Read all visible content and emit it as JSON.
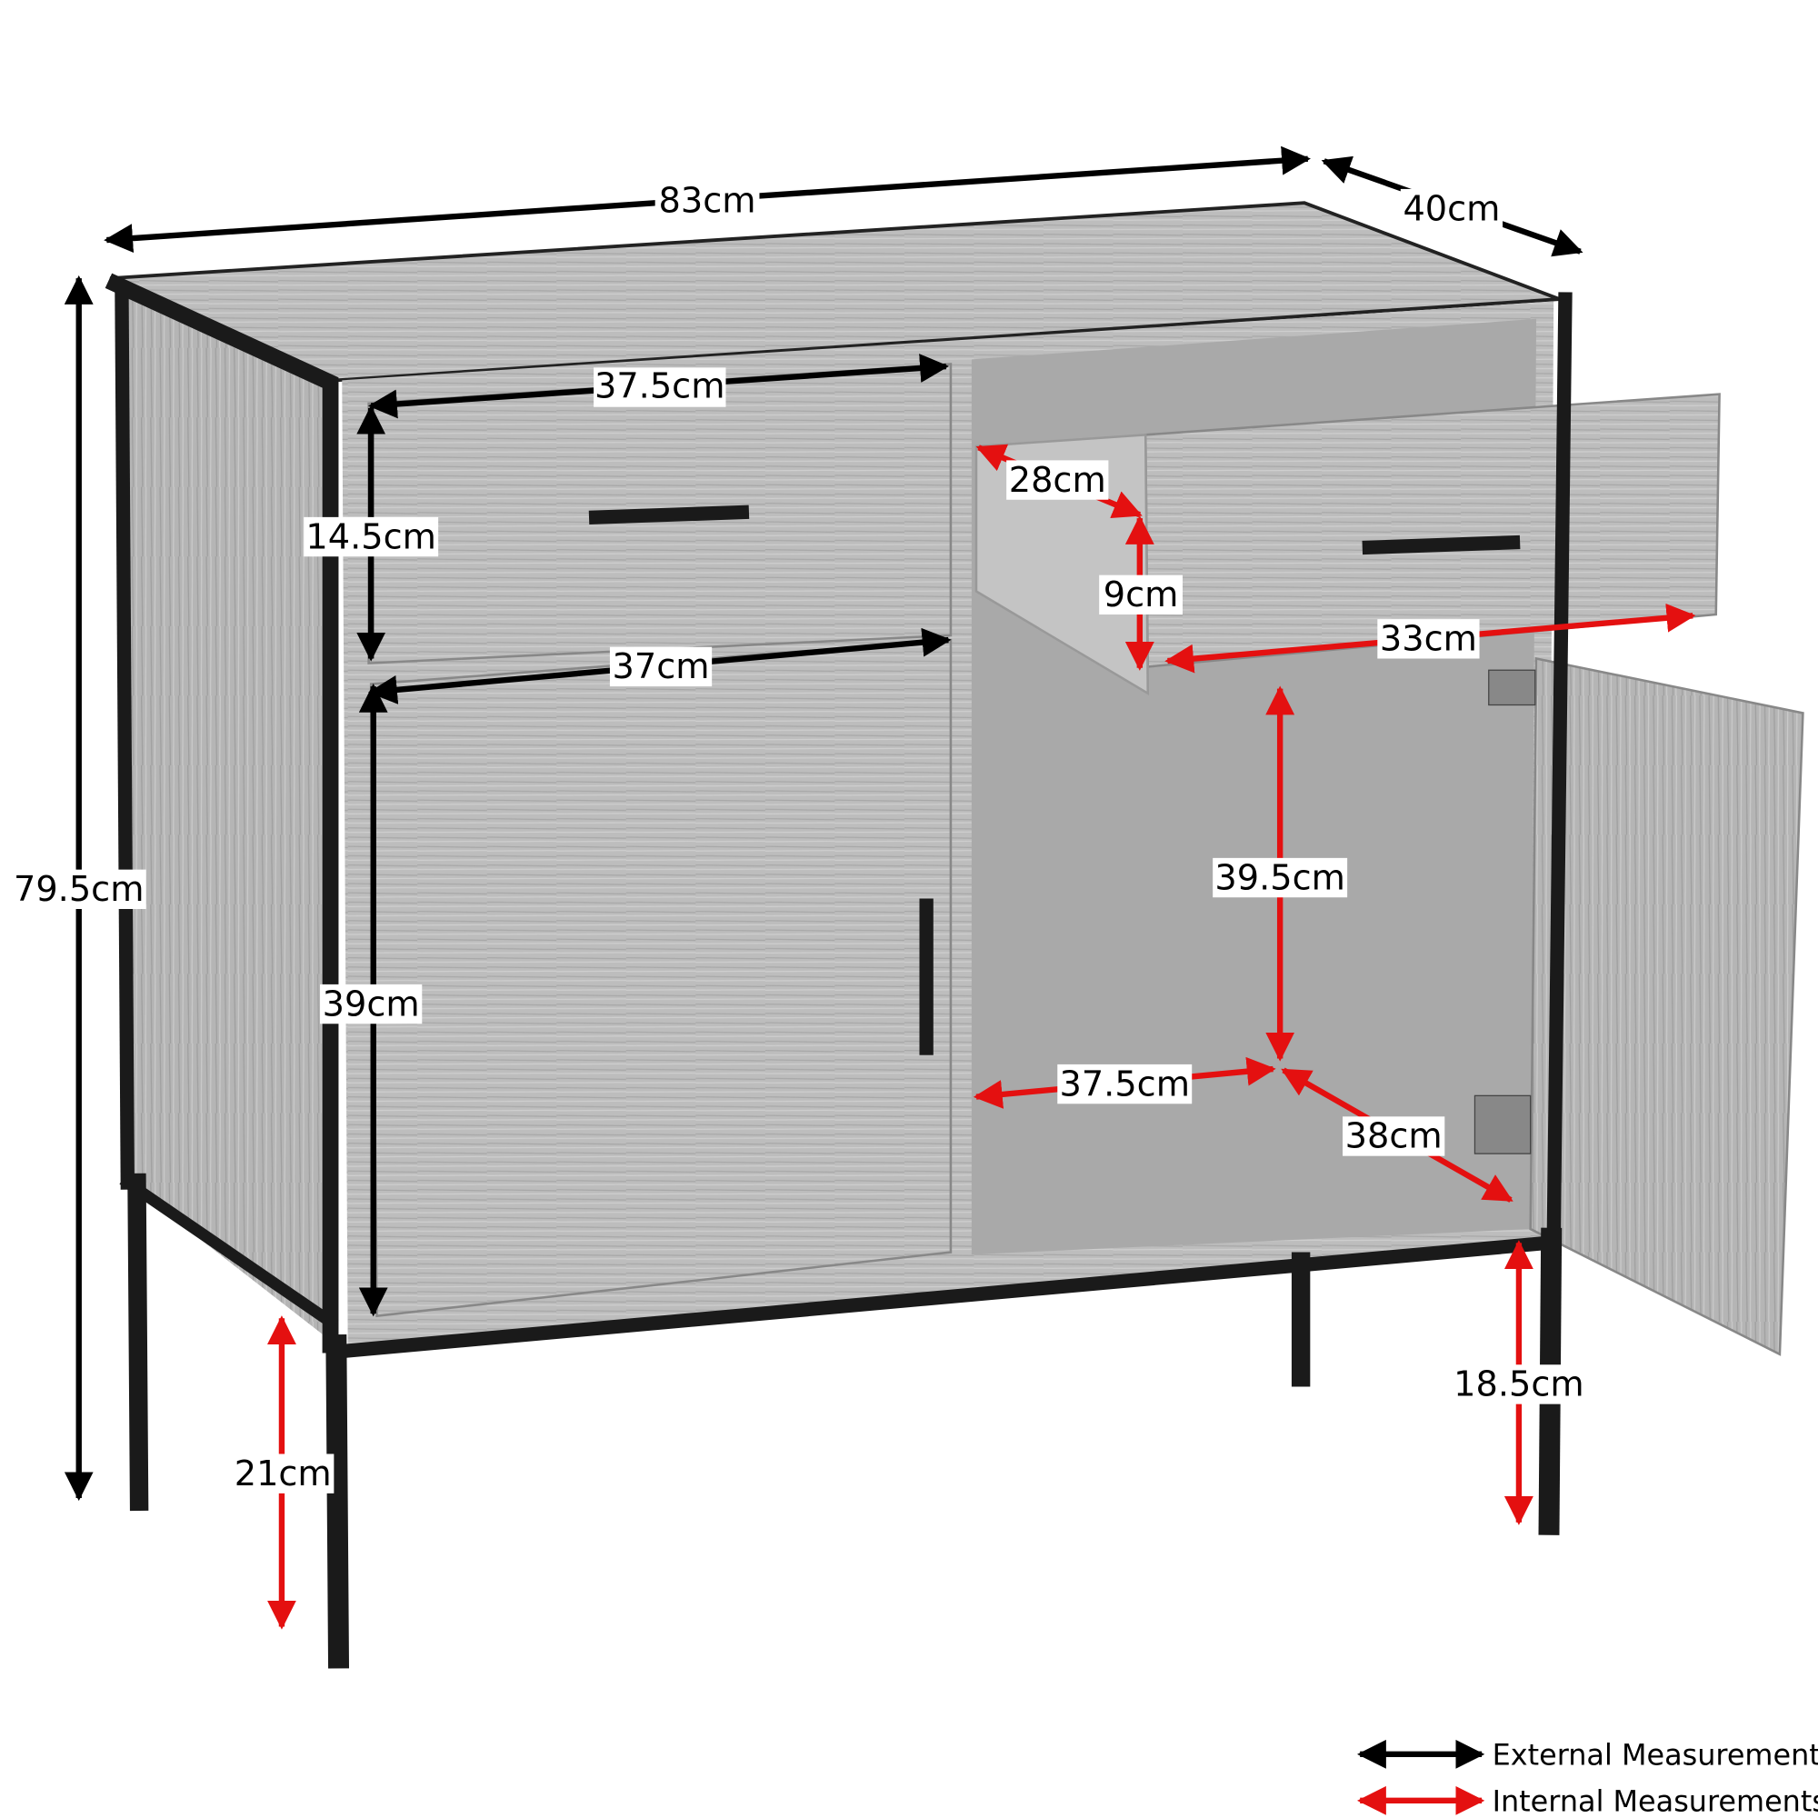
{
  "colors": {
    "external": "#000000",
    "internal": "#e41010",
    "wood": "#b9b9b9",
    "wood_dark": "#9e9e9e",
    "frame": "#1a1a1a"
  },
  "external_measurements": {
    "width": "83cm",
    "depth": "40cm",
    "height": "79.5cm",
    "top_drawer_width": "37.5cm",
    "top_drawer_height": "14.5cm",
    "door_width": "37cm",
    "door_height": "39cm"
  },
  "internal_measurements": {
    "drawer_depth": "28cm",
    "drawer_height": "9cm",
    "drawer_width": "33cm",
    "cupboard_height": "39.5cm",
    "cupboard_width": "37.5cm",
    "cupboard_depth": "38cm",
    "right_leg_clearance": "18.5cm",
    "left_leg_clearance": "21cm"
  },
  "legend": {
    "external": "External Measurements",
    "internal": "Internal Measurements"
  }
}
